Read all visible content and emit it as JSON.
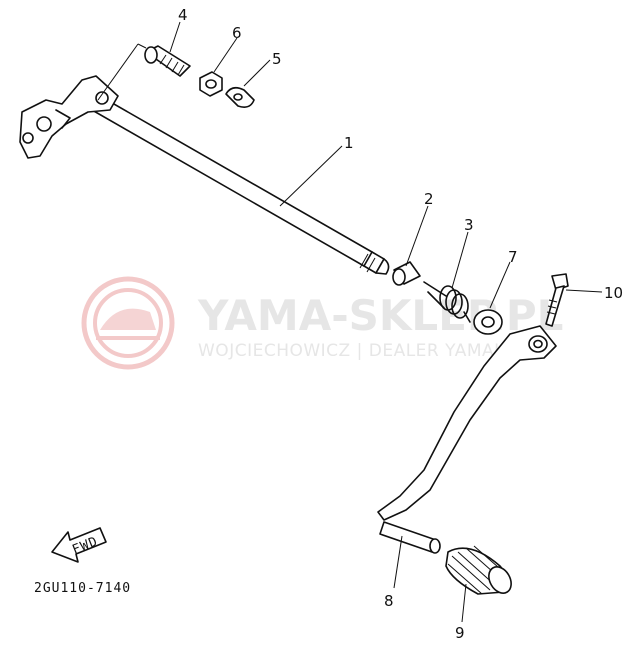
{
  "watermark": {
    "brand": "YAMA-SKLEP.PL",
    "subtitle": "WOJCIECHOWICZ | DEALER YAMAHA"
  },
  "diagram_code": "2GU110-7140",
  "fwd_label": "FWD",
  "part_labels": {
    "p1": "1",
    "p2": "2",
    "p3": "3",
    "p4": "4",
    "p5": "5",
    "p6": "6",
    "p7": "7",
    "p8": "8",
    "p9": "9",
    "p10": "10"
  }
}
